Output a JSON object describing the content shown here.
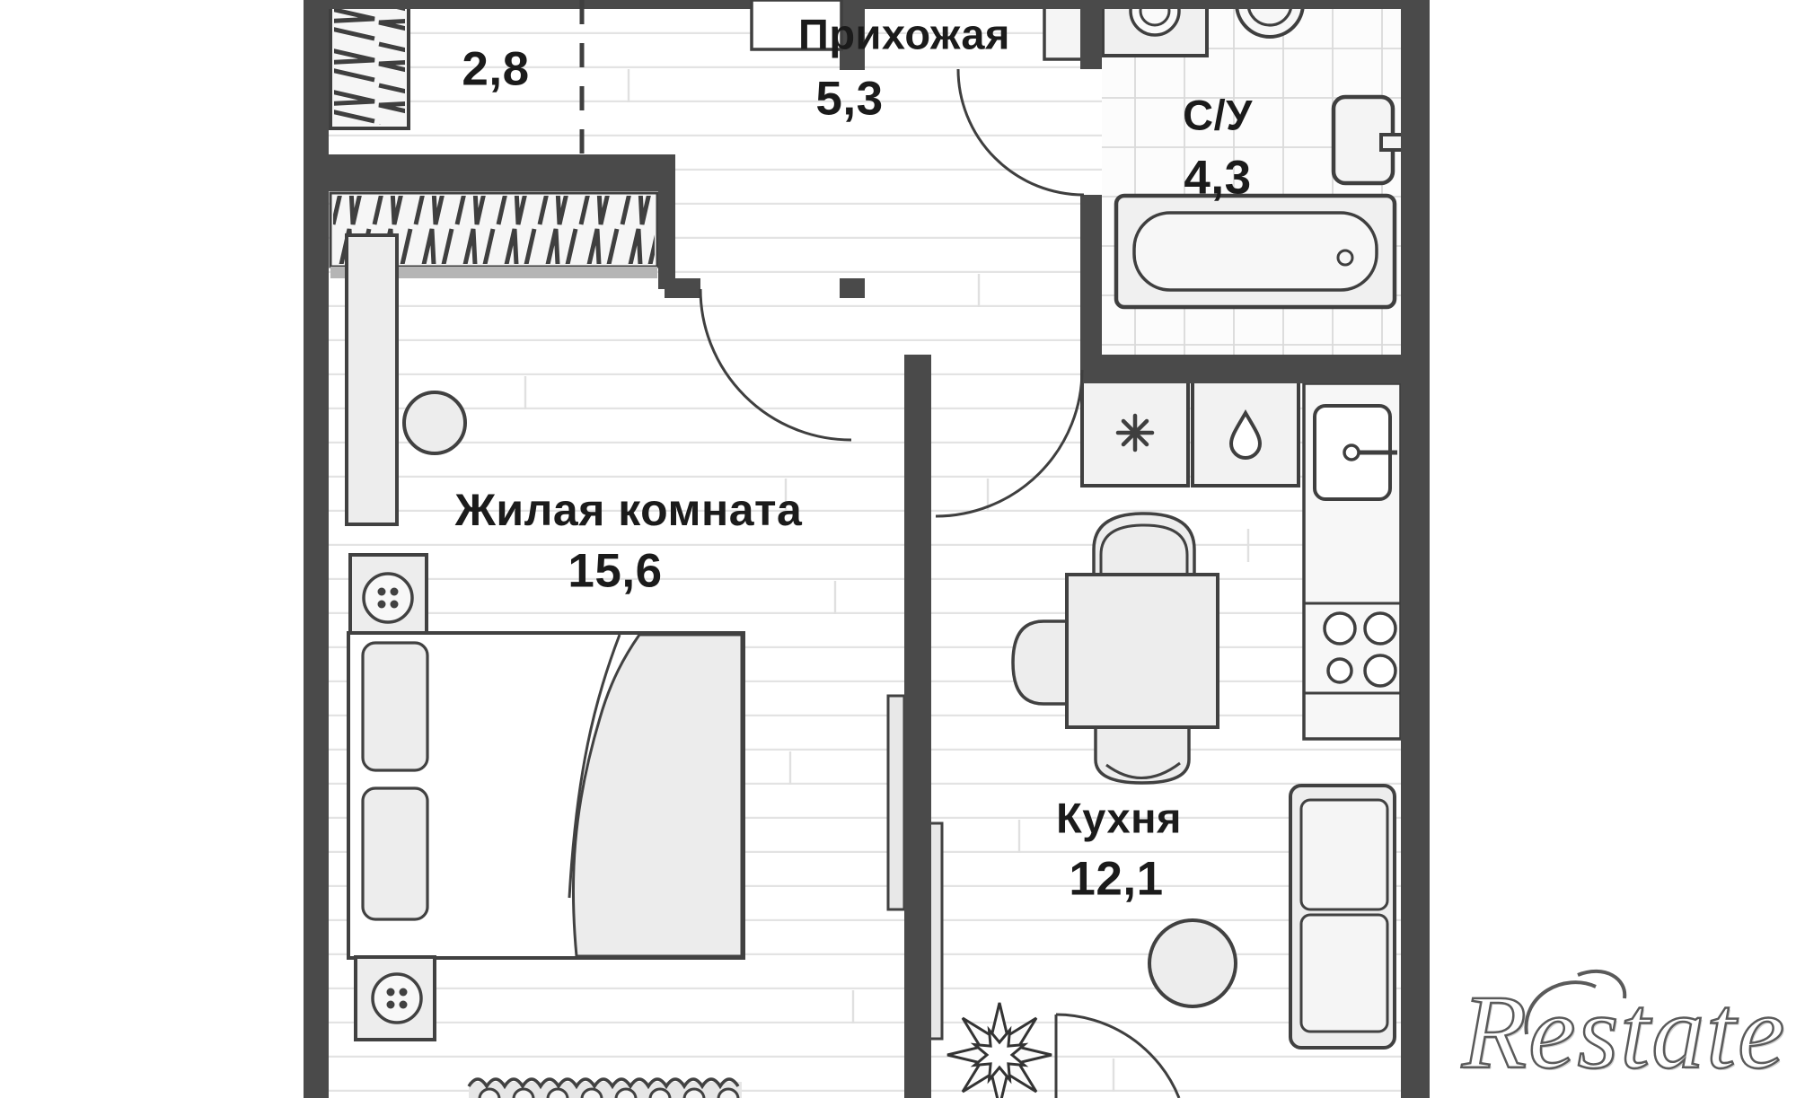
{
  "plan": {
    "rooms": [
      {
        "id": "hallway",
        "name": "Прихожая",
        "area": "5,3"
      },
      {
        "id": "bathroom",
        "name": "С/У",
        "area": "4,3"
      },
      {
        "id": "living",
        "name": "Жилая комната",
        "area": "15,6"
      },
      {
        "id": "kitchen",
        "name": "Кухня",
        "area": "12,1"
      },
      {
        "id": "closet",
        "name": "",
        "area": "2,8"
      }
    ]
  },
  "watermark": {
    "text": "Restate"
  },
  "colors": {
    "wall": "#4a4a4a",
    "outline": "#3f3f3f",
    "furniture_fill": "#ededed",
    "floor_line": "#e3e3e3",
    "tile_line": "#dadada",
    "text": "#1b1b1b",
    "gray_accent": "#b5b5b5",
    "watermark_stroke": "#5a5a5a"
  }
}
